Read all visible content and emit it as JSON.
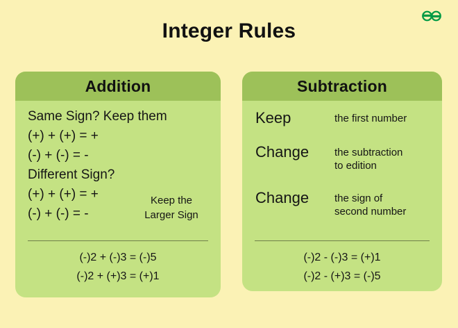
{
  "page": {
    "title": "Integer Rules",
    "background_color": "#fbf2b5"
  },
  "logo": {
    "name": "geeksforgeeks-logo",
    "color": "#009a44"
  },
  "cards": {
    "addition": {
      "header": "Addition",
      "header_color": "#9dc159",
      "body_color": "#c4e283",
      "rules": [
        "Same Sign? Keep them",
        "(+) + (+) = +",
        "(-) + (-) = -",
        "Different Sign?",
        "(+) + (+) = +",
        "(-) + (-) = -"
      ],
      "note": "Keep the\nLarger Sign",
      "note_line1": "Keep the",
      "note_line2": "Larger Sign",
      "examples": [
        "(-)2 + (-)3 = (-)5",
        "(-)2 + (+)3 = (+)1"
      ]
    },
    "subtraction": {
      "header": "Subtraction",
      "header_color": "#9dc159",
      "body_color": "#c4e283",
      "rows": [
        {
          "keyword": "Keep",
          "description": "the first number"
        },
        {
          "keyword": "Change",
          "description": "the subtraction\nto edition"
        },
        {
          "keyword": "Change",
          "description": "the sign of\nsecond number"
        }
      ],
      "examples": [
        "(-)2 - (-)3 = (+)1",
        "(-)2 - (+)3 = (-)5"
      ]
    }
  }
}
